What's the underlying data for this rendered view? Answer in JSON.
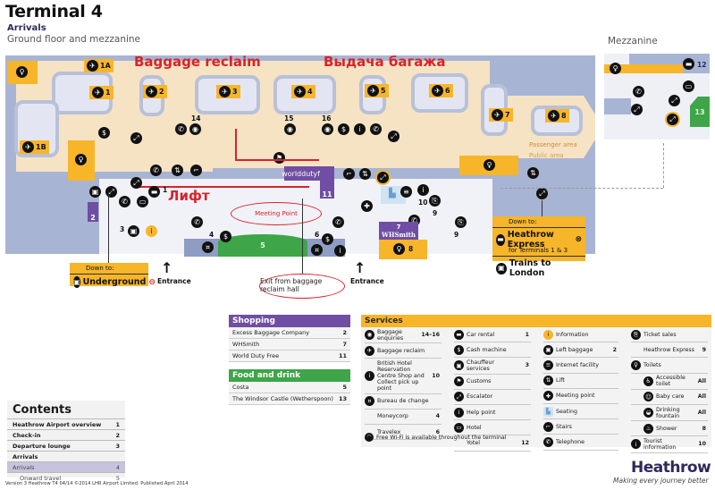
{
  "header": {
    "title": "Terminal 4",
    "subtitle": "Arrivals",
    "floor": "Ground floor and mezzanine",
    "mezzanine_label": "Mezzanine"
  },
  "annotations": {
    "baggage_reclaim_en": "Baggage reclaim",
    "baggage_reclaim_ru": "Выдача багажа",
    "lift_ru": "Лифт",
    "meeting_point": "Meeting Point",
    "exit_note": "Exit from baggage reclaim hall"
  },
  "map": {
    "carousels": [
      "1A",
      "1",
      "2",
      "3",
      "4",
      "5",
      "6",
      "7",
      "8",
      "1B"
    ],
    "area_labels": {
      "passenger": "Passenger area",
      "public": "Public area"
    },
    "entrances": [
      "Entrance",
      "Entrance"
    ],
    "location_numbers": [
      "14",
      "15",
      "16",
      "11",
      "1",
      "2",
      "3",
      "4",
      "5",
      "6",
      "7",
      "8",
      "9",
      "9",
      "10",
      "12",
      "13"
    ],
    "shops": {
      "worldduty": "worlddutyfree",
      "whsmith": "WHSmith"
    },
    "signs": {
      "underground": {
        "down_to": "Down to:",
        "label": "Underground"
      },
      "express": {
        "down_to": "Down to:",
        "label": "Heathrow Express",
        "sub": "for Terminals 1 & 3",
        "trains": "Trains to London"
      }
    },
    "colors": {
      "yellow": "#f7b52a",
      "purple": "#6f4ea3",
      "green": "#3ea548",
      "red": "#d8232a",
      "blue_zone": "#a8b4d4",
      "beige_zone": "#f6e3c4"
    }
  },
  "shopping": {
    "title": "Shopping",
    "items": [
      {
        "name": "Excess Baggage Company",
        "loc": "2"
      },
      {
        "name": "WHSmith",
        "loc": "7"
      },
      {
        "name": "World Duty Free",
        "loc": "11"
      }
    ]
  },
  "food": {
    "title": "Food and drink",
    "items": [
      {
        "name": "Costa",
        "loc": "5"
      },
      {
        "name": "The Windsor Castle (Wetherspoon)",
        "loc": "13"
      }
    ]
  },
  "services": {
    "title": "Services",
    "col1": [
      {
        "icon": "camera-icon",
        "label": "Baggage enquiries",
        "loc": "14–16"
      },
      {
        "icon": "baggage-reclaim-icon",
        "label": "Baggage reclaim",
        "loc": ""
      },
      {
        "icon": "info-i-icon",
        "label": "British Hotel Reservation Centre Shop and Collect pick up point",
        "loc": "10"
      },
      {
        "icon": "currency-icon",
        "label": "Bureau de change",
        "loc": ""
      },
      {
        "icon": "",
        "label": "Moneycorp",
        "loc": "4",
        "indent": true
      },
      {
        "icon": "",
        "label": "Travelex",
        "loc": "6",
        "indent": true
      }
    ],
    "col2": [
      {
        "icon": "car-icon",
        "label": "Car rental",
        "loc": "1"
      },
      {
        "icon": "cash-icon",
        "label": "Cash machine",
        "loc": ""
      },
      {
        "icon": "chauffeur-icon",
        "label": "Chauffeur services",
        "loc": "3"
      },
      {
        "icon": "customs-icon",
        "label": "Customs",
        "loc": ""
      },
      {
        "icon": "escalator-icon",
        "label": "Escalator",
        "loc": ""
      },
      {
        "icon": "help-icon",
        "label": "Help point",
        "loc": ""
      },
      {
        "icon": "hotel-icon",
        "label": "Hotel",
        "loc": ""
      },
      {
        "icon": "",
        "label": "Yotel",
        "loc": "12",
        "indent": true
      }
    ],
    "col3": [
      {
        "icon": "information-icon",
        "label": "Information",
        "loc": ""
      },
      {
        "icon": "left-baggage-icon",
        "label": "Left baggage",
        "loc": "2"
      },
      {
        "icon": "internet-icon",
        "label": "Internet facility",
        "loc": ""
      },
      {
        "icon": "lift-icon",
        "label": "Lift",
        "loc": ""
      },
      {
        "icon": "meeting-point-icon",
        "label": "Meeting point",
        "loc": ""
      },
      {
        "icon": "seating-icon",
        "label": "Seating",
        "loc": ""
      },
      {
        "icon": "stairs-icon",
        "label": "Stairs",
        "loc": ""
      },
      {
        "icon": "telephone-icon",
        "label": "Telephone",
        "loc": ""
      }
    ],
    "col4": [
      {
        "icon": "ticket-icon",
        "label": "Ticket sales",
        "loc": ""
      },
      {
        "icon": "",
        "label": "Heathrow Express",
        "loc": "9",
        "indent": true
      },
      {
        "icon": "toilets-icon",
        "label": "Toilets",
        "loc": ""
      },
      {
        "icon": "accessible-icon",
        "label": "Accessible toilet",
        "loc": "All",
        "indent": true
      },
      {
        "icon": "baby-care-icon",
        "label": "Baby care",
        "loc": "All",
        "indent": true
      },
      {
        "icon": "drinking-fountain-icon",
        "label": "Drinking fountain",
        "loc": "All",
        "indent": true
      },
      {
        "icon": "shower-icon",
        "label": "Shower",
        "loc": "8",
        "indent": true
      },
      {
        "icon": "tourist-info-icon",
        "label": "Tourist information",
        "loc": "10"
      }
    ],
    "wifi": "Free Wi-Fi is available throughout the terminal"
  },
  "contents": {
    "title": "Contents",
    "items": [
      {
        "label": "Heathrow Airport overview",
        "page": "1",
        "style": "b"
      },
      {
        "label": "Check-in",
        "page": "2",
        "style": "b"
      },
      {
        "label": "Departure lounge",
        "page": "3",
        "style": "b"
      },
      {
        "label": "Arrivals",
        "page": "",
        "style": "b"
      },
      {
        "label": "Arrivals",
        "page": "4",
        "style": "hl"
      },
      {
        "label": "Onward travel",
        "page": "5",
        "style": "ind"
      }
    ]
  },
  "footer": {
    "version": "Version 3 Heathrow T4 04/14 ©2014 LHR Airport Limited. Published April 2014",
    "logo": "Heathrow",
    "tagline": "Making every journey better"
  }
}
